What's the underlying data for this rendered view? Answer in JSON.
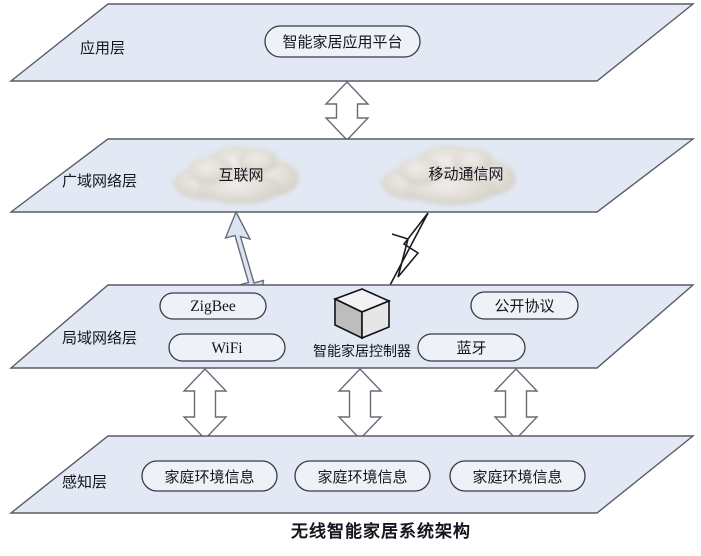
{
  "figure": {
    "caption": "无线智能家居系统架构"
  },
  "layers": [
    {
      "id": "application",
      "name": "应用层",
      "nodes": [
        {
          "id": "smart-home-app-platform",
          "label": "智能家居应用平台"
        }
      ]
    },
    {
      "id": "wide-area-network",
      "name": "广域网络层",
      "nodes": [
        {
          "id": "internet-cloud",
          "label": "互联网",
          "shape": "cloud"
        },
        {
          "id": "mobile-network-cloud",
          "label": "移动通信网",
          "shape": "cloud"
        }
      ]
    },
    {
      "id": "local-area-network",
      "name": "局域网络层",
      "nodes": [
        {
          "id": "zigbee",
          "label": "ZigBee",
          "shape": "pill"
        },
        {
          "id": "wifi",
          "label": "WiFi",
          "shape": "pill"
        },
        {
          "id": "open-protocol",
          "label": "公开协议",
          "shape": "pill"
        },
        {
          "id": "bluetooth",
          "label": "蓝牙",
          "shape": "pill"
        },
        {
          "id": "smart-home-controller",
          "label": "智能家居控制器",
          "shape": "cube"
        }
      ]
    },
    {
      "id": "perception",
      "name": "感知层",
      "nodes": [
        {
          "id": "home-env-info-1",
          "label": "家庭环境信息",
          "shape": "pill"
        },
        {
          "id": "home-env-info-2",
          "label": "家庭环境信息",
          "shape": "pill"
        },
        {
          "id": "home-env-info-3",
          "label": "家庭环境信息",
          "shape": "pill"
        }
      ]
    }
  ],
  "connectors": [
    {
      "id": "app-to-wan",
      "type": "double-arrow-vertical"
    },
    {
      "id": "wan-to-lan-internet",
      "type": "double-arrow-diagonal"
    },
    {
      "id": "wan-to-lan-wireless",
      "type": "lightning-bolt"
    },
    {
      "id": "lan-to-perception-left",
      "type": "double-arrow-vertical"
    },
    {
      "id": "lan-to-perception-center",
      "type": "double-arrow-vertical"
    },
    {
      "id": "lan-to-perception-right",
      "type": "double-arrow-vertical"
    }
  ],
  "colors": {
    "plane_fill": "#e2e9f4",
    "plane_stroke": "#5a5a66",
    "pill_fill": "#eef2f8",
    "pill_stroke": "#3a3a46",
    "arrow_fill": "#ffffff",
    "arrow_tinted_fill": "#dbe4f2",
    "arrow_stroke": "#6a6a76",
    "cloud_fill": "#ddd9d2",
    "text": "#15151c"
  }
}
